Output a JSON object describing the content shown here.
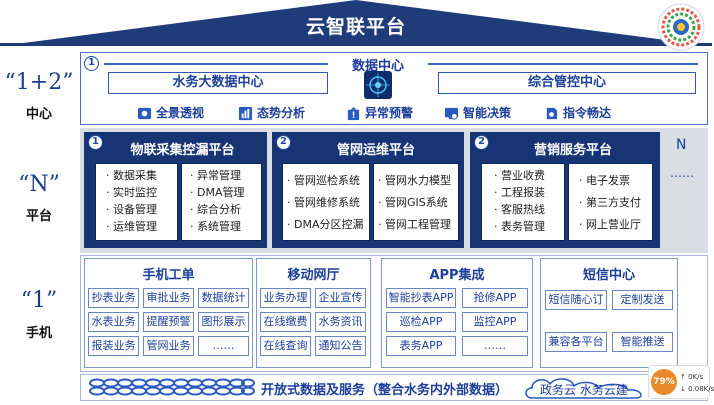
{
  "header": {
    "title": "云智联平台"
  },
  "left_labels": {
    "center_big": "“1+2”",
    "center_small": "中心",
    "platform_big": "“N”",
    "platform_small": "平台",
    "terminal_big": "“1”",
    "terminal_small": "手机"
  },
  "center": {
    "badge": "1",
    "title": "数据中心",
    "left_box": "水务大数据中心",
    "right_box": "综合管控中心",
    "features": [
      {
        "icon": "panorama-icon",
        "label": "全景透视"
      },
      {
        "icon": "analysis-icon",
        "label": "态势分析"
      },
      {
        "icon": "alert-icon",
        "label": "异常预警"
      },
      {
        "icon": "decision-icon",
        "label": "智能决策"
      },
      {
        "icon": "command-icon",
        "label": "指令畅达"
      }
    ]
  },
  "platforms": [
    {
      "badge": "1",
      "title": "物联采集控漏平台",
      "left": [
        "数据采集",
        "实时监控",
        "设备管理",
        "运维管理"
      ],
      "right": [
        "异常管理",
        "DMA管理",
        "综合分析",
        "系统管理"
      ]
    },
    {
      "badge": "2",
      "title": "管网运维平台",
      "left": [
        "管网巡检系统",
        "管网维修系统",
        "DMA分区控漏"
      ],
      "right": [
        "管网水力模型",
        "管网GIS系统",
        "管网工程管理"
      ]
    },
    {
      "badge": "2",
      "title": "营销服务平台",
      "left": [
        "营业收费",
        "工程报装",
        "客服热线",
        "表务管理"
      ],
      "right": [
        "电子发票",
        "第三方支付",
        "网上营业厅"
      ]
    }
  ],
  "platform_more": {
    "n_label": "N",
    "dots": "……"
  },
  "terminals": [
    {
      "title": "手机工单",
      "cells": [
        "抄表业务",
        "审批业务",
        "数据统计",
        "水表业务",
        "提醒预警",
        "图形展示",
        "报装业务",
        "管网业务",
        "……"
      ]
    },
    {
      "title": "移动网厅",
      "cells": [
        "业务办理",
        "企业宣传",
        "在线缴费",
        "水务资讯",
        "在线查询",
        "通知公告"
      ]
    },
    {
      "title": "APP集成",
      "cells": [
        "智能抄表APP",
        "抢修APP",
        "巡检APP",
        "监控APP",
        "表务APP",
        "……"
      ]
    },
    {
      "title": "短信中心",
      "cells": [
        "短信随心订",
        "定制发送",
        "兼容各平台",
        "智能推送"
      ]
    }
  ],
  "bottom": {
    "text": "开放式数据及服务（整合水务内外部数据）",
    "cloud": "政务云 水务云建"
  },
  "net_widget": {
    "percent": "79%",
    "up": "0K/s",
    "down": "0.08K/s"
  },
  "colors": {
    "navy": "#173574",
    "accent": "#1d3f9a",
    "band": "#d9dde4"
  }
}
